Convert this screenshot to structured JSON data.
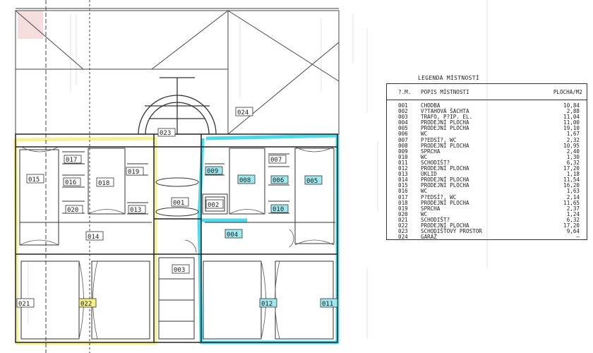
{
  "legend": {
    "title": "LEGENDA MÍSTNOSTÍ",
    "headers": {
      "num": "?.M.",
      "desc": "POPIS MÍSTNOSTI",
      "area": "PLOCHA/M2"
    },
    "rows": [
      {
        "num": "001",
        "desc": "CHODBA",
        "area": "10,84"
      },
      {
        "num": "002",
        "desc": "V?TAHOVÁ ŠACHTA",
        "area": "2,88"
      },
      {
        "num": "003",
        "desc": "TRAFO, P?IP. EL.",
        "area": "11,04"
      },
      {
        "num": "004",
        "desc": "PRODEJNÍ PLOCHA",
        "area": "11,00"
      },
      {
        "num": "005",
        "desc": "PRODEJNÍ PLOCHA",
        "area": "19,10"
      },
      {
        "num": "006",
        "desc": "WC",
        "area": "1,67"
      },
      {
        "num": "007",
        "desc": "P?EDSÍ?, WC",
        "area": "2,32"
      },
      {
        "num": "008",
        "desc": "PRODEJNÍ PLOCHA",
        "area": "10,95"
      },
      {
        "num": "009",
        "desc": "SPRCHA",
        "area": "2,40"
      },
      {
        "num": "010",
        "desc": "WC",
        "area": "1,30"
      },
      {
        "num": "011",
        "desc": "SCHODIŠT?",
        "area": "6,32"
      },
      {
        "num": "012",
        "desc": "PRODEJNÍ PLOCHA",
        "area": "17,20"
      },
      {
        "num": "013",
        "desc": "ÚKLID",
        "area": "1,18"
      },
      {
        "num": "014",
        "desc": "PRODEJNÍ PLOCHA",
        "area": "11,54"
      },
      {
        "num": "015",
        "desc": "PRODEJNÍ PLOCHA",
        "area": "16,20"
      },
      {
        "num": "016",
        "desc": "WC",
        "area": "1,63"
      },
      {
        "num": "017",
        "desc": "P?EDSÍ?, WC",
        "area": "2,14"
      },
      {
        "num": "018",
        "desc": "PRODEJNÍ PLOCHA",
        "area": "11,65"
      },
      {
        "num": "019",
        "desc": "SPRCHA",
        "area": "2,37"
      },
      {
        "num": "020",
        "desc": "WC",
        "area": "1,24"
      },
      {
        "num": "021",
        "desc": "SCHODIŠT?",
        "area": "6,32"
      },
      {
        "num": "022",
        "desc": "PRODEJNÍ PLOCHA",
        "area": "17,20"
      },
      {
        "num": "023",
        "desc": "SCHODIŠŤOVÝ PROSTOR",
        "area": "9,64"
      },
      {
        "num": "024",
        "desc": "GARÁŽ",
        "area": "–"
      }
    ]
  },
  "rooms": {
    "r001": "001",
    "r002": "002",
    "r003": "003",
    "r004": "004",
    "r005": "005",
    "r006": "006",
    "r007": "007",
    "r008": "008",
    "r009": "009",
    "r010": "010",
    "r011": "011",
    "r012": "012",
    "r013": "013",
    "r014": "014",
    "r015": "015",
    "r016": "016",
    "r017": "017",
    "r018": "018",
    "r019": "019",
    "r020": "020",
    "r021": "021",
    "r022": "022",
    "r023": "023",
    "r024": "024"
  },
  "colors": {
    "highlight_yellow": "#f6f08a",
    "highlight_cyan": "#2ed3e6",
    "ink": "#333333"
  }
}
